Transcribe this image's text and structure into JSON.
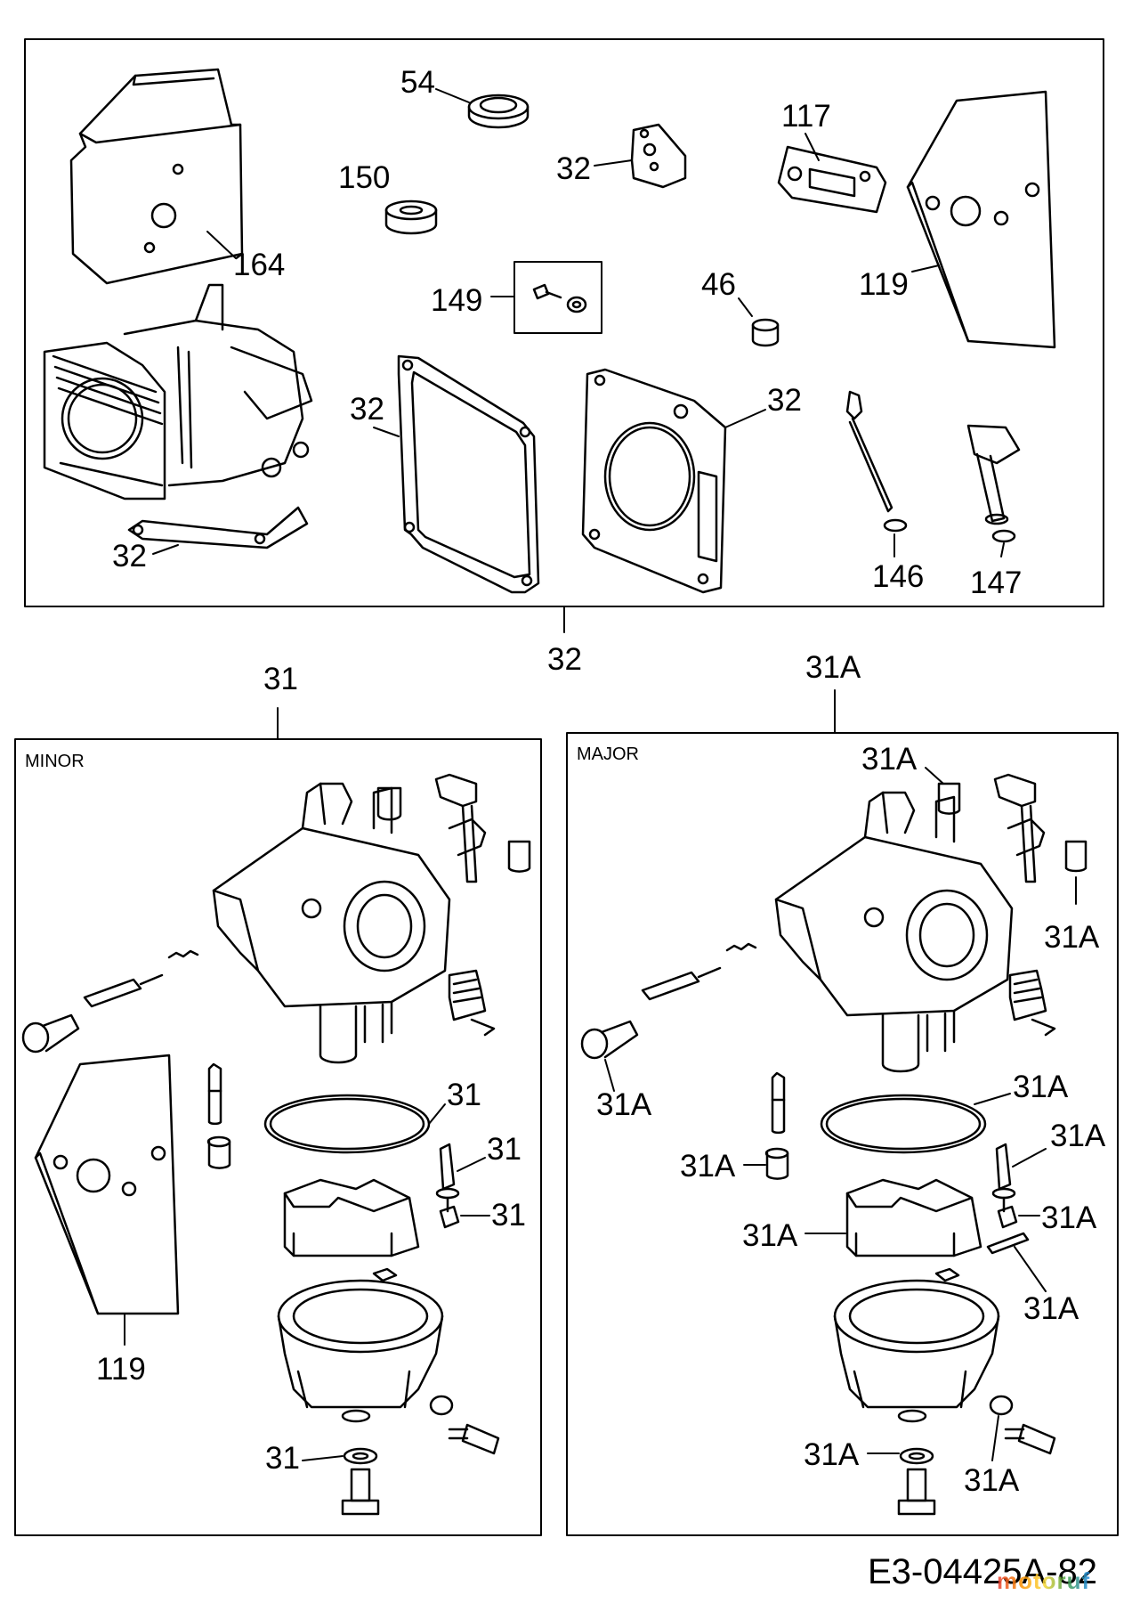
{
  "top_panel": {
    "labels": {
      "l54": "54",
      "l150": "150",
      "l32a": "32",
      "l117": "117",
      "l164": "164",
      "l149": "149",
      "l46": "46",
      "l119": "119",
      "l32b": "32",
      "l32c": "32",
      "l32d": "32",
      "l146": "146",
      "l147": "147"
    },
    "callout_below": "32"
  },
  "minor_panel": {
    "title": "MINOR",
    "callout_above": "31",
    "labels": {
      "gasket": "31",
      "needle": "31",
      "clip": "31",
      "plate": "119",
      "washer": "31"
    }
  },
  "major_panel": {
    "title": "MAJOR",
    "callout_above": "31A",
    "labels": {
      "cap_top": "31A",
      "cap_right": "31A",
      "screw": "31A",
      "gasket": "31A",
      "needle": "31A",
      "collar": "31A",
      "clip": "31A",
      "float": "31A",
      "pin": "31A",
      "washer": "31A",
      "oring": "31A"
    }
  },
  "footer": {
    "code": "E3-04425A-82",
    "watermark": "motoruf"
  },
  "colors": {
    "line": "#000000",
    "background": "#ffffff",
    "watermark_stops": [
      "#e53935",
      "#fb8c00",
      "#fdd835",
      "#43a047",
      "#1e88e5"
    ]
  }
}
